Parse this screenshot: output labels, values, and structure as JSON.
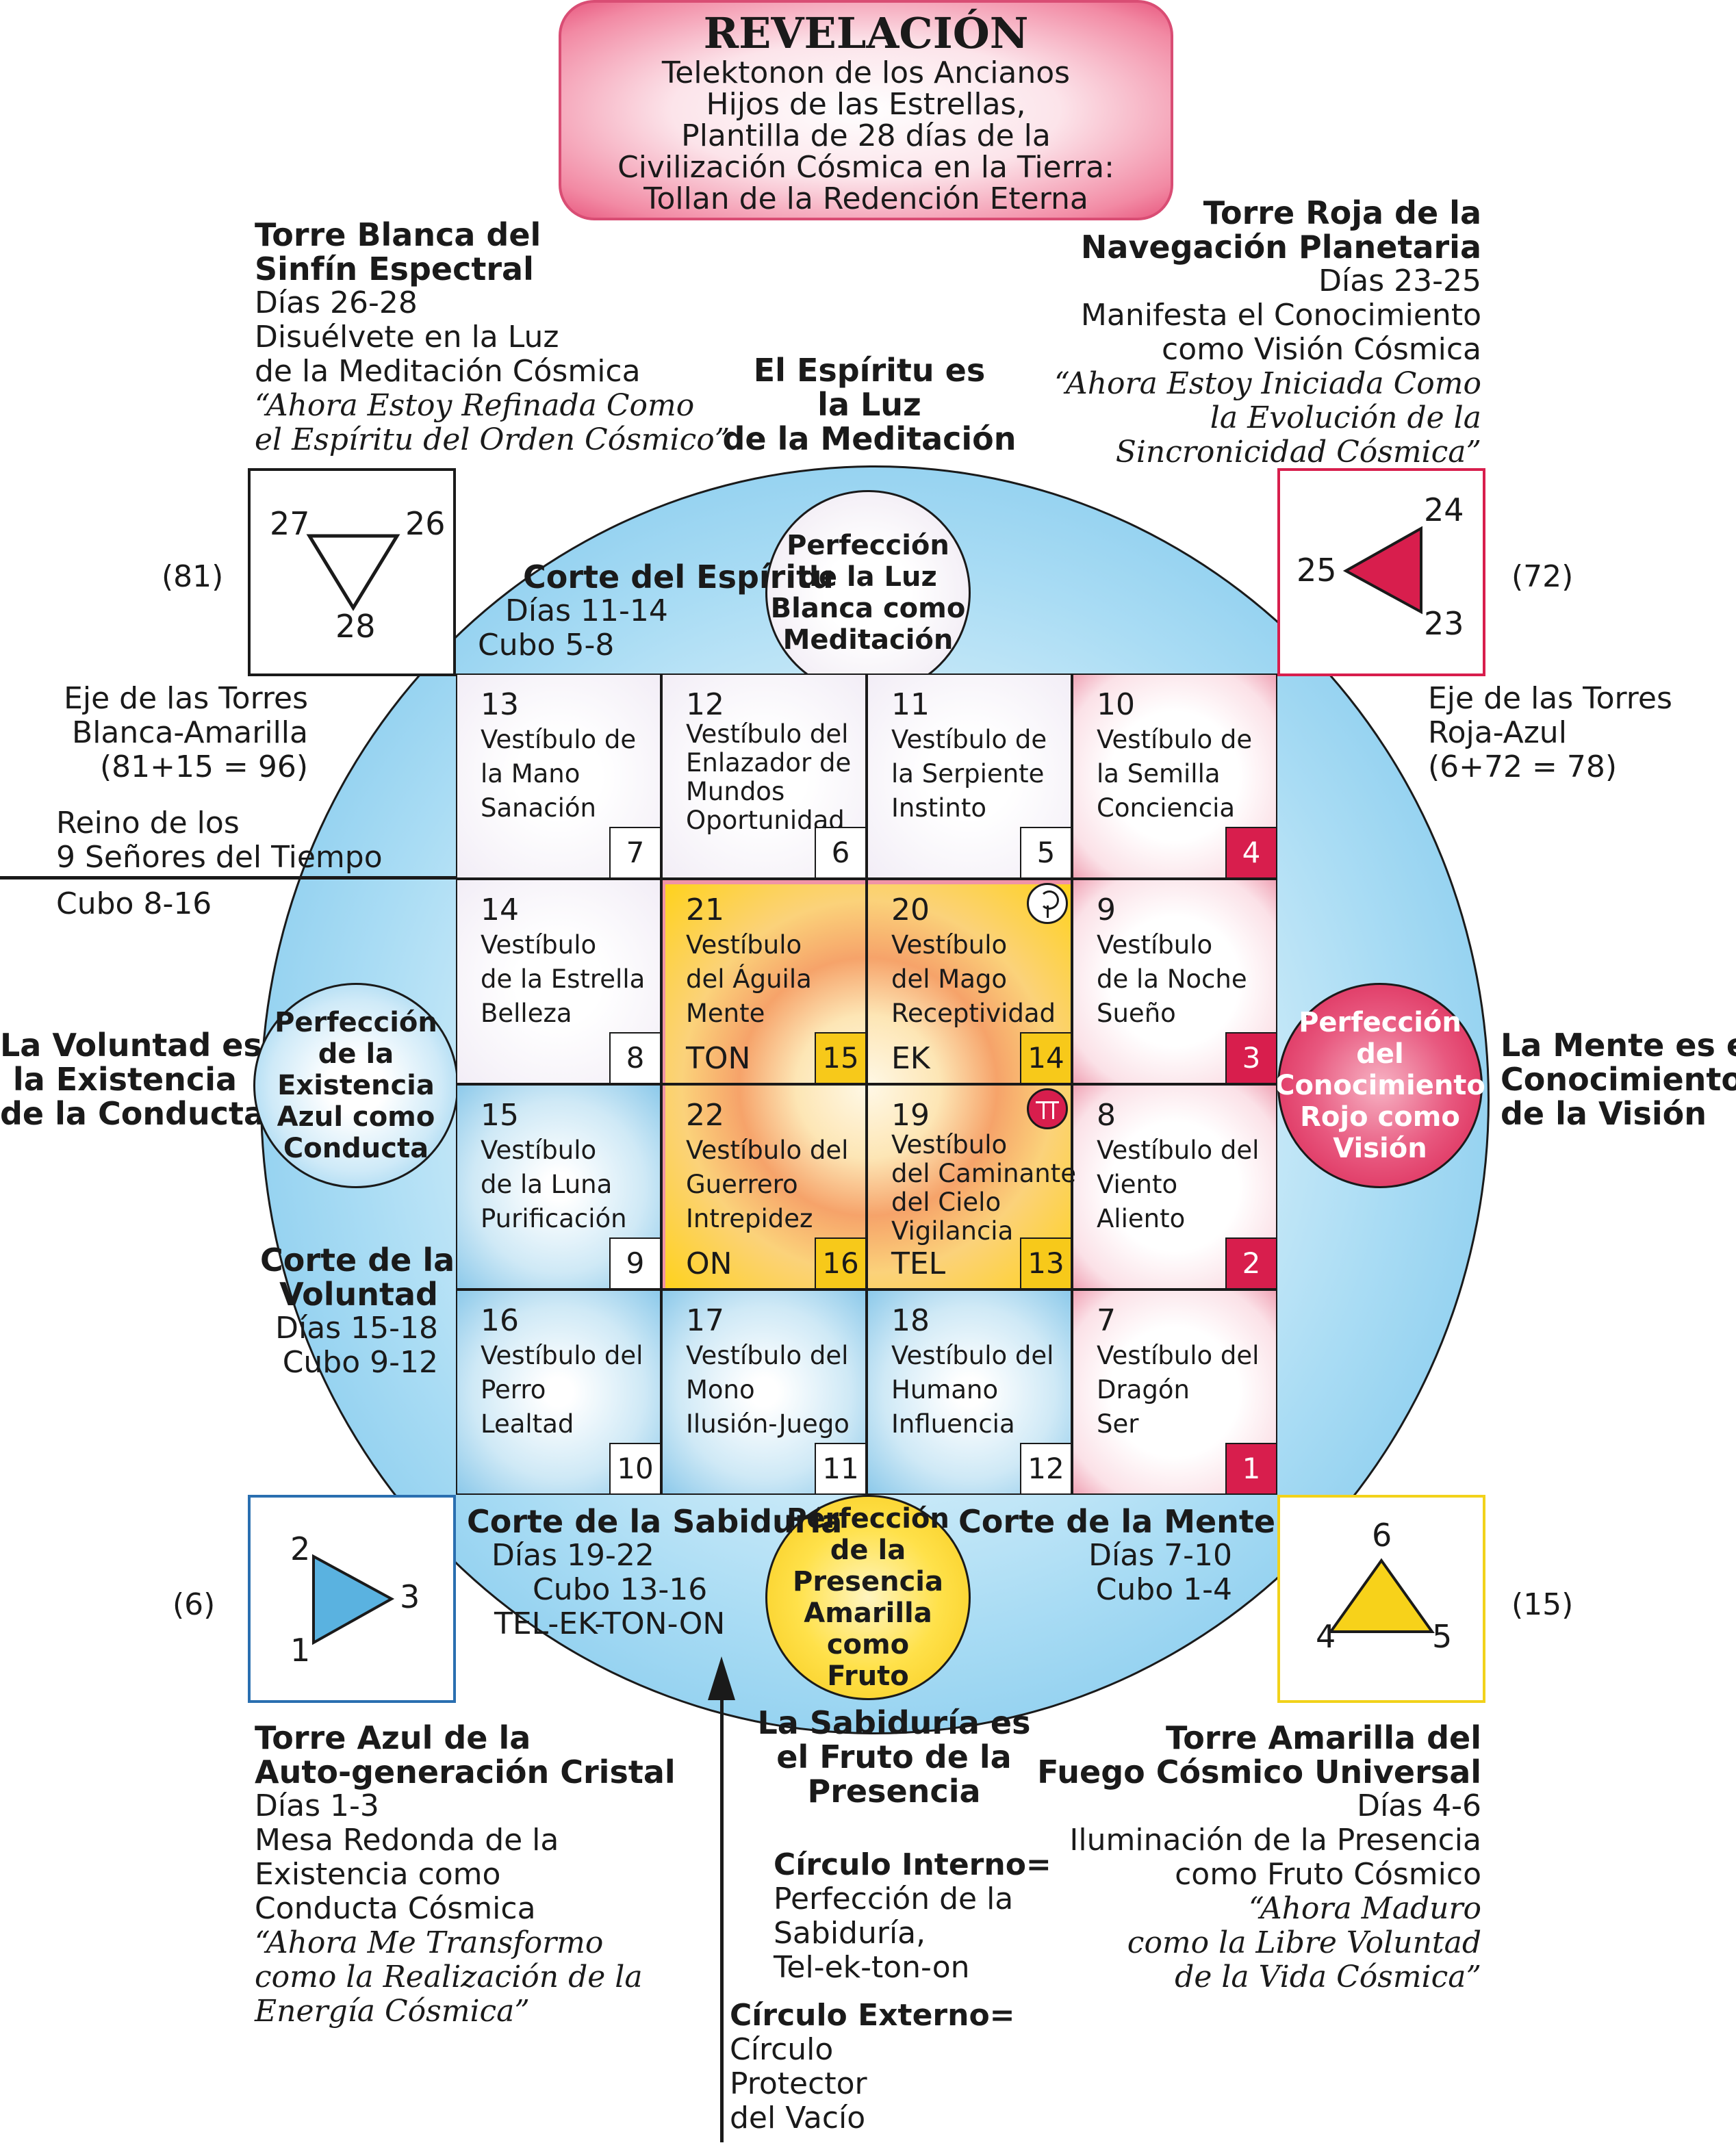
{
  "title": {
    "heading": "REVELACIÓN",
    "lines": [
      "Telektonon de los Ancianos",
      "Hijos de las Estrellas,",
      "Plantilla de 28 días de la",
      "Civilización Cósmica en la Tierra:",
      "Tollan de la Redención Eterna"
    ]
  },
  "towers": {
    "white": {
      "title": [
        "Torre Blanca del",
        "Sinfín Espectral"
      ],
      "days": "Días 26-28",
      "lines": [
        "Disuélvete en la Luz",
        "de la Meditación Cósmica"
      ],
      "quote": [
        "“Ahora Estoy Refinada Como",
        "el Espíritu del Orden Cósmico”"
      ],
      "nums": [
        "27",
        "26",
        "28"
      ],
      "value": "(81)",
      "color": "#ffffff"
    },
    "red": {
      "title": [
        "Torre Roja de la",
        "Navegación Planetaria"
      ],
      "days": "Días 23-25",
      "lines": [
        "Manifesta el Conocimiento",
        "como Visión Cósmica"
      ],
      "quote": [
        "“Ahora Estoy Iniciada Como",
        "la Evolución de la",
        "Sincronicidad Cósmica”"
      ],
      "nums": [
        "24",
        "25",
        "23"
      ],
      "value": "(72)",
      "color": "#d81e4d"
    },
    "blue": {
      "title": [
        "Torre Azul de la",
        "Auto-generación Cristal"
      ],
      "days": "Días 1-3",
      "lines": [
        "Mesa Redonda de la",
        "Existencia como",
        "Conducta Cósmica"
      ],
      "quote": [
        "“Ahora Me Transformo",
        "como la Realización de la",
        "Energía Cósmica”"
      ],
      "nums": [
        "2",
        "3",
        "1"
      ],
      "value": "(6)",
      "color": "#5ab2e0"
    },
    "yellow": {
      "title": [
        "Torre Amarilla del",
        "Fuego Cósmico Universal"
      ],
      "days": "Días 4-6",
      "lines": [
        "Iluminación de la Presencia",
        "como Fruto Cósmico"
      ],
      "quote": [
        "“Ahora Maduro",
        "como la Libre Voluntad",
        "de la Vida Cósmica”"
      ],
      "nums": [
        "6",
        "4",
        "5"
      ],
      "value": "(15)",
      "color": "#f7d21a"
    }
  },
  "axes": {
    "left": [
      "Eje de las Torres",
      "Blanca-Amarilla",
      "(81+15 = 96)"
    ],
    "right": [
      "Eje de las Torres",
      "Roja-Azul",
      "(6+72 = 78)"
    ]
  },
  "reino": [
    "Reino de los",
    "9 Señores del Tiempo",
    "Cubo 8-16"
  ],
  "side_labels": {
    "top": [
      "El Espíritu es",
      "la Luz",
      "de la Meditación"
    ],
    "left": [
      "La Voluntad es",
      "la Existencia",
      "de la Conducta"
    ],
    "right": [
      "La Mente es el",
      "Conocimiento",
      "de la Visión"
    ],
    "bottom": [
      "La Sabiduría es",
      "el Fruto de la",
      "Presencia"
    ]
  },
  "perfections": {
    "top": [
      "Perfección",
      "de la Luz",
      "Blanca como",
      "Meditación"
    ],
    "left": [
      "Perfección",
      "de la",
      "Existencia",
      "Azul como",
      "Conducta"
    ],
    "right": [
      "Perfección",
      "del",
      "Conocimiento",
      "Rojo como",
      "Visión"
    ],
    "bottom": [
      "Perfección",
      "de la",
      "Presencia",
      "Amarilla como",
      "Fruto"
    ]
  },
  "courts": {
    "espiritu": [
      "Corte del Espíritu",
      "Días 11-14",
      "Cubo 5-8"
    ],
    "voluntad": [
      "Corte de la",
      "Voluntad",
      "Días 15-18",
      "Cubo 9-12"
    ],
    "sabiduria": [
      "Corte de la Sabiduría",
      "Días 19-22",
      "Cubo 13-16",
      "TEL-EK-TON-ON"
    ],
    "mente": [
      "Corte de la Mente",
      "Días 7-10",
      "Cubo 1-4"
    ]
  },
  "cells": [
    {
      "n": "13",
      "l": [
        "Vestíbulo de",
        "la Mano",
        "Sanación"
      ],
      "k": "7"
    },
    {
      "n": "12",
      "l": [
        "Vestíbulo del",
        "Enlazador de",
        "Mundos",
        "Oportunidad"
      ],
      "k": "6"
    },
    {
      "n": "11",
      "l": [
        "Vestíbulo de",
        "la Serpiente",
        "Instinto"
      ],
      "k": "5"
    },
    {
      "n": "10",
      "l": [
        "Vestíbulo de",
        "la Semilla",
        "Conciencia"
      ],
      "k": "4"
    },
    {
      "n": "14",
      "l": [
        "Vestíbulo",
        "de la Estrella",
        "Belleza"
      ],
      "k": "8"
    },
    {
      "n": "21",
      "l": [
        "Vestíbulo",
        "del Águila",
        "Mente"
      ],
      "k": "15",
      "cd": "TON"
    },
    {
      "n": "20",
      "l": [
        "Vestíbulo",
        "del Mago",
        "Receptividad"
      ],
      "k": "14",
      "cd": "EK"
    },
    {
      "n": "9",
      "l": [
        "Vestíbulo",
        "de la Noche",
        "Sueño"
      ],
      "k": "3"
    },
    {
      "n": "15",
      "l": [
        "Vestíbulo",
        "de la Luna",
        "Purificación"
      ],
      "k": "9"
    },
    {
      "n": "22",
      "l": [
        "Vestíbulo del",
        "Guerrero",
        "Intrepidez"
      ],
      "k": "16",
      "cd": "ON"
    },
    {
      "n": "19",
      "l": [
        "Vestíbulo",
        "del Caminante",
        "del Cielo",
        "Vigilancia"
      ],
      "k": "13",
      "cd": "TEL"
    },
    {
      "n": "8",
      "l": [
        "Vestíbulo del",
        "Viento",
        "Aliento"
      ],
      "k": "2"
    },
    {
      "n": "16",
      "l": [
        "Vestíbulo del",
        "Perro",
        "Lealtad"
      ],
      "k": "10"
    },
    {
      "n": "17",
      "l": [
        "Vestíbulo del",
        "Mono",
        "Ilusión-Juego"
      ],
      "k": "11"
    },
    {
      "n": "18",
      "l": [
        "Vestíbulo del",
        "Humano",
        "Influencia"
      ],
      "k": "12"
    },
    {
      "n": "7",
      "l": [
        "Vestíbulo del",
        "Dragón",
        "Ser"
      ],
      "k": "1"
    }
  ],
  "inner_outer": {
    "inner": [
      "Círculo Interno=",
      "Perfección de la",
      "Sabiduría,",
      "Tel-ek-ton-on"
    ],
    "outer": [
      "Círculo Externo=",
      "Círculo",
      "Protector",
      "del Vacío"
    ]
  },
  "icons": [
    "star-plus-icon",
    "mago-spiral-icon",
    "moon-waves-icon",
    "caminante-icon",
    "perro-icon",
    "mono-icon",
    "humano-icon"
  ],
  "colors": {
    "red": "#d81e4d",
    "blue": "#5ab2e0",
    "yellow": "#f7c91a",
    "pink": "#e8587f"
  }
}
